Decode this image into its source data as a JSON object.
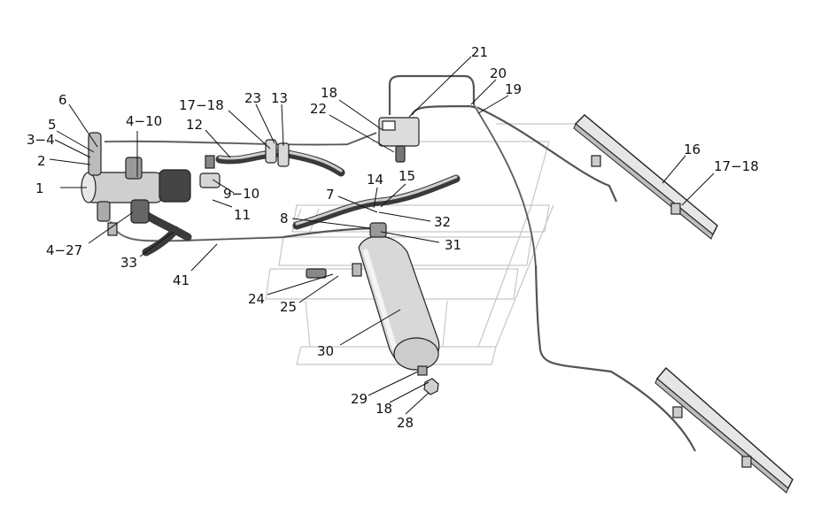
{
  "callouts": [
    {
      "id": "c-1",
      "text": "1"
    },
    {
      "id": "c-2",
      "text": "2"
    },
    {
      "id": "c-3-4",
      "text": "3−4"
    },
    {
      "id": "c-5",
      "text": "5"
    },
    {
      "id": "c-6",
      "text": "6"
    },
    {
      "id": "c-4-10",
      "text": "4−10"
    },
    {
      "id": "c-12",
      "text": "12"
    },
    {
      "id": "c-17-18-top",
      "text": "17−18"
    },
    {
      "id": "c-23",
      "text": "23"
    },
    {
      "id": "c-13",
      "text": "13"
    },
    {
      "id": "c-18-top",
      "text": "18"
    },
    {
      "id": "c-22",
      "text": "22"
    },
    {
      "id": "c-21",
      "text": "21"
    },
    {
      "id": "c-20",
      "text": "20"
    },
    {
      "id": "c-19",
      "text": "19"
    },
    {
      "id": "c-16",
      "text": "16"
    },
    {
      "id": "c-17-18-right",
      "text": "17−18"
    },
    {
      "id": "c-9-10",
      "text": "9−10"
    },
    {
      "id": "c-11",
      "text": "11"
    },
    {
      "id": "c-14",
      "text": "14"
    },
    {
      "id": "c-15",
      "text": "15"
    },
    {
      "id": "c-7",
      "text": "7"
    },
    {
      "id": "c-32",
      "text": "32"
    },
    {
      "id": "c-8",
      "text": "8"
    },
    {
      "id": "c-31",
      "text": "31"
    },
    {
      "id": "c-4-27",
      "text": "4−27"
    },
    {
      "id": "c-33",
      "text": "33"
    },
    {
      "id": "c-41",
      "text": "41"
    },
    {
      "id": "c-24",
      "text": "24"
    },
    {
      "id": "c-25",
      "text": "25"
    },
    {
      "id": "c-30",
      "text": "30"
    },
    {
      "id": "c-29",
      "text": "29"
    },
    {
      "id": "c-18-bottom",
      "text": "18"
    },
    {
      "id": "c-28",
      "text": "28"
    }
  ]
}
